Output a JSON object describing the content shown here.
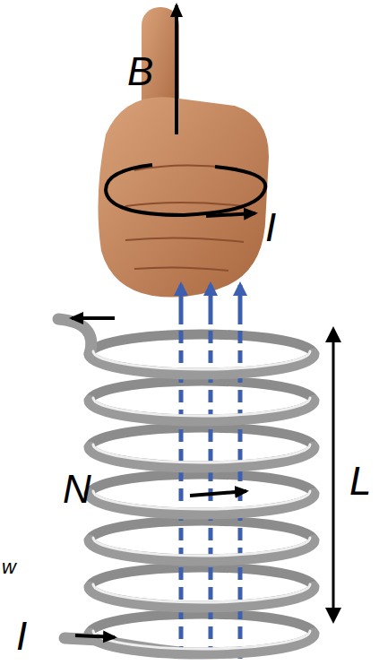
{
  "diagram": {
    "labels": [
      "B",
      "I",
      "N",
      "L",
      "w",
      "I"
    ]
  }
}
